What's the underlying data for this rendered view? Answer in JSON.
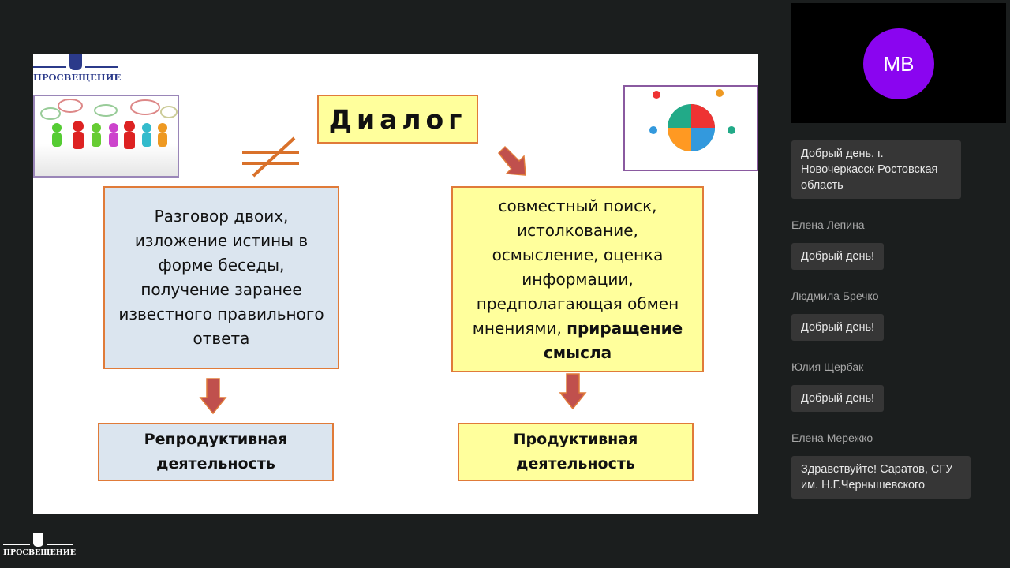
{
  "slide": {
    "logo_text": "ПРОСВЕЩЕНИЕ",
    "title": "Диалог",
    "left_box": [
      "Разговор двоих,",
      "изложение истины в",
      "форме беседы,",
      "получение заранее",
      "известного правильного",
      "ответа"
    ],
    "right_box": {
      "lines": [
        "совместный поиск,",
        "истолкование,",
        "осмысление, оценка",
        "информации,",
        "предполагающая обмен"
      ],
      "line6_normal": "мнениями, ",
      "line6_bold": "приращение",
      "line7_bold": "смысла"
    },
    "bottom_left": [
      "Репродуктивная",
      "деятельность"
    ],
    "bottom_right": [
      "Продуктивная",
      "деятельность"
    ]
  },
  "video": {
    "initials": "MB",
    "avatar_color": "#8a05f0"
  },
  "chat": {
    "messages": [
      {
        "author": "",
        "text": "Добрый день. г. Новочеркасск Ростовская область"
      },
      {
        "author": "Елена Лепина",
        "text": "Добрый день!"
      },
      {
        "author": "Людмила Бречко",
        "text": "Добрый день!"
      },
      {
        "author": "Юлия Щербак",
        "text": "Добрый день!"
      },
      {
        "author": "Елена Мережко",
        "text": "Здравствуйте! Саратов, СГУ им. Н.Г.Чернышевского"
      }
    ]
  },
  "footer": {
    "logo_text": "ПРОСВЕЩЕНИЕ"
  }
}
